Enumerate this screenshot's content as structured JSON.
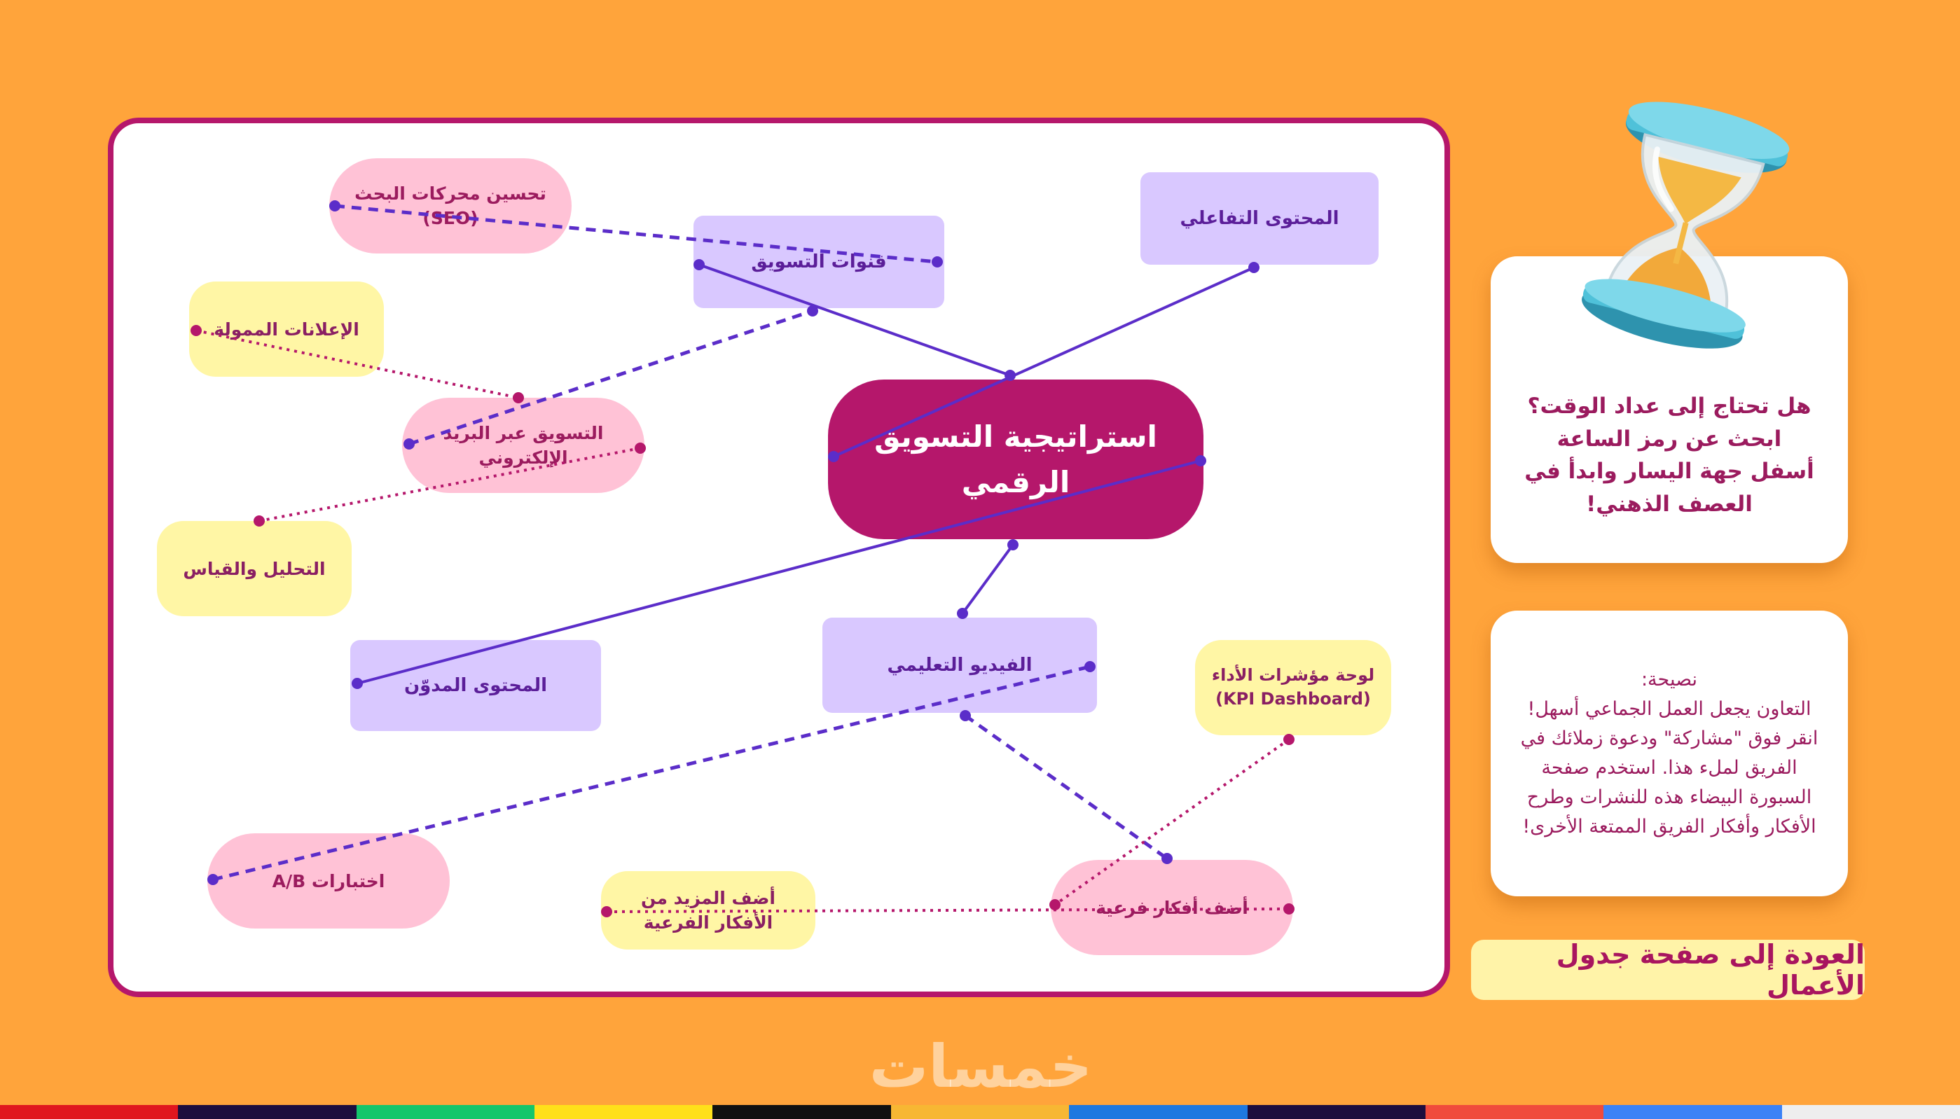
{
  "mindmap": {
    "center": "استراتيجية التسويق الرقمي",
    "nodes": {
      "seo": "تحسين محركات البحث (SEO)",
      "channels": "قنوات التسويق",
      "interactive": "المحتوى التفاعلي",
      "paid_ads": "الإعلانات الممولة",
      "email": "التسويق عبر البريد الإلكتروني",
      "analytics": "التحليل والقياس",
      "blog": "المحتوى المدوّن",
      "video": "الفيديو التعليمي",
      "kpi": "لوحة مؤشرات الأداء (KPI Dashboard)",
      "ab_tests": "اختبارات A/B",
      "more_ideas": "أضف المزيد من الأفكار الفرعية",
      "sub_ideas": "أضف أفكار فرعية"
    }
  },
  "timer_card": {
    "title": "هل تحتاج إلى عداد الوقت؟",
    "body": "ابحث عن رمز الساعة أسفل جهة اليسار وابدأ في العصف الذهني!"
  },
  "tip_card": {
    "title": "نصيحة:",
    "body": "التعاون يجعل العمل الجماعي أسهل! انقر فوق \"مشاركة\" ودعوة زملائك في الفريق لملء هذا. استخدم صفحة السبورة البيضاء هذه للنشرات وطرح الأفكار وأفكار الفريق الممتعة الأخرى!"
  },
  "back_button": "العودة إلى صفحة جدول الأعمال",
  "watermark": "خمسات",
  "colors": {
    "background": "#FFA43B",
    "accent": "#B5176B",
    "purple_line": "#5B2DC9",
    "pink_line": "#B5176B"
  },
  "icons": {
    "timer": "hourglass-icon"
  }
}
